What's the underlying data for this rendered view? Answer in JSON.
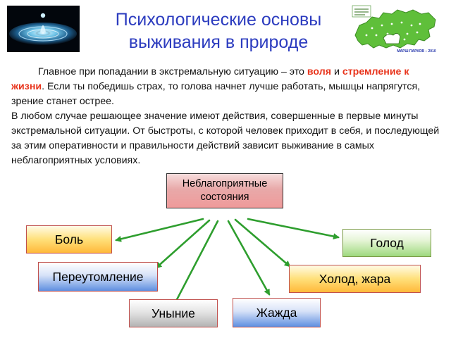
{
  "title": {
    "line1": "Психологические основы",
    "line2": "выживания в природе"
  },
  "logo_right": {
    "caption": "МАРШ ПАРКОВ – 2010"
  },
  "body": {
    "p1_before": "Главное при попадании в экстремальную ситуацию – это ",
    "p1_highlight1": "воля",
    "p1_and": " и ",
    "p1_highlight2": "стремление к жизни",
    "p1_after": ". Если ты победишь страх, то голова начнет лучше работать, мышцы напрягутся, зрение станет острее.",
    "p2": "В любом случае решающее значение имеют действия, совершенные в первые минуты экстремальной ситуации. От быстроты, с которой человек приходит в себя, и последующей за этим оперативности и правильности действий зависит выживание в самых неблагоприятных условиях."
  },
  "diagram": {
    "center": {
      "line1": "Неблагоприятные",
      "line2": "состояния"
    },
    "nodes": {
      "pain": "Боль",
      "hunger": "Голод",
      "fatigue": "Переутомление",
      "cold_heat": "Холод, жара",
      "despondency": "Уныние",
      "thirst": "Жажда"
    },
    "arrow_color": "#2e9e2e"
  },
  "colors": {
    "title": "#2c3cbf",
    "highlight": "#e8341c"
  }
}
